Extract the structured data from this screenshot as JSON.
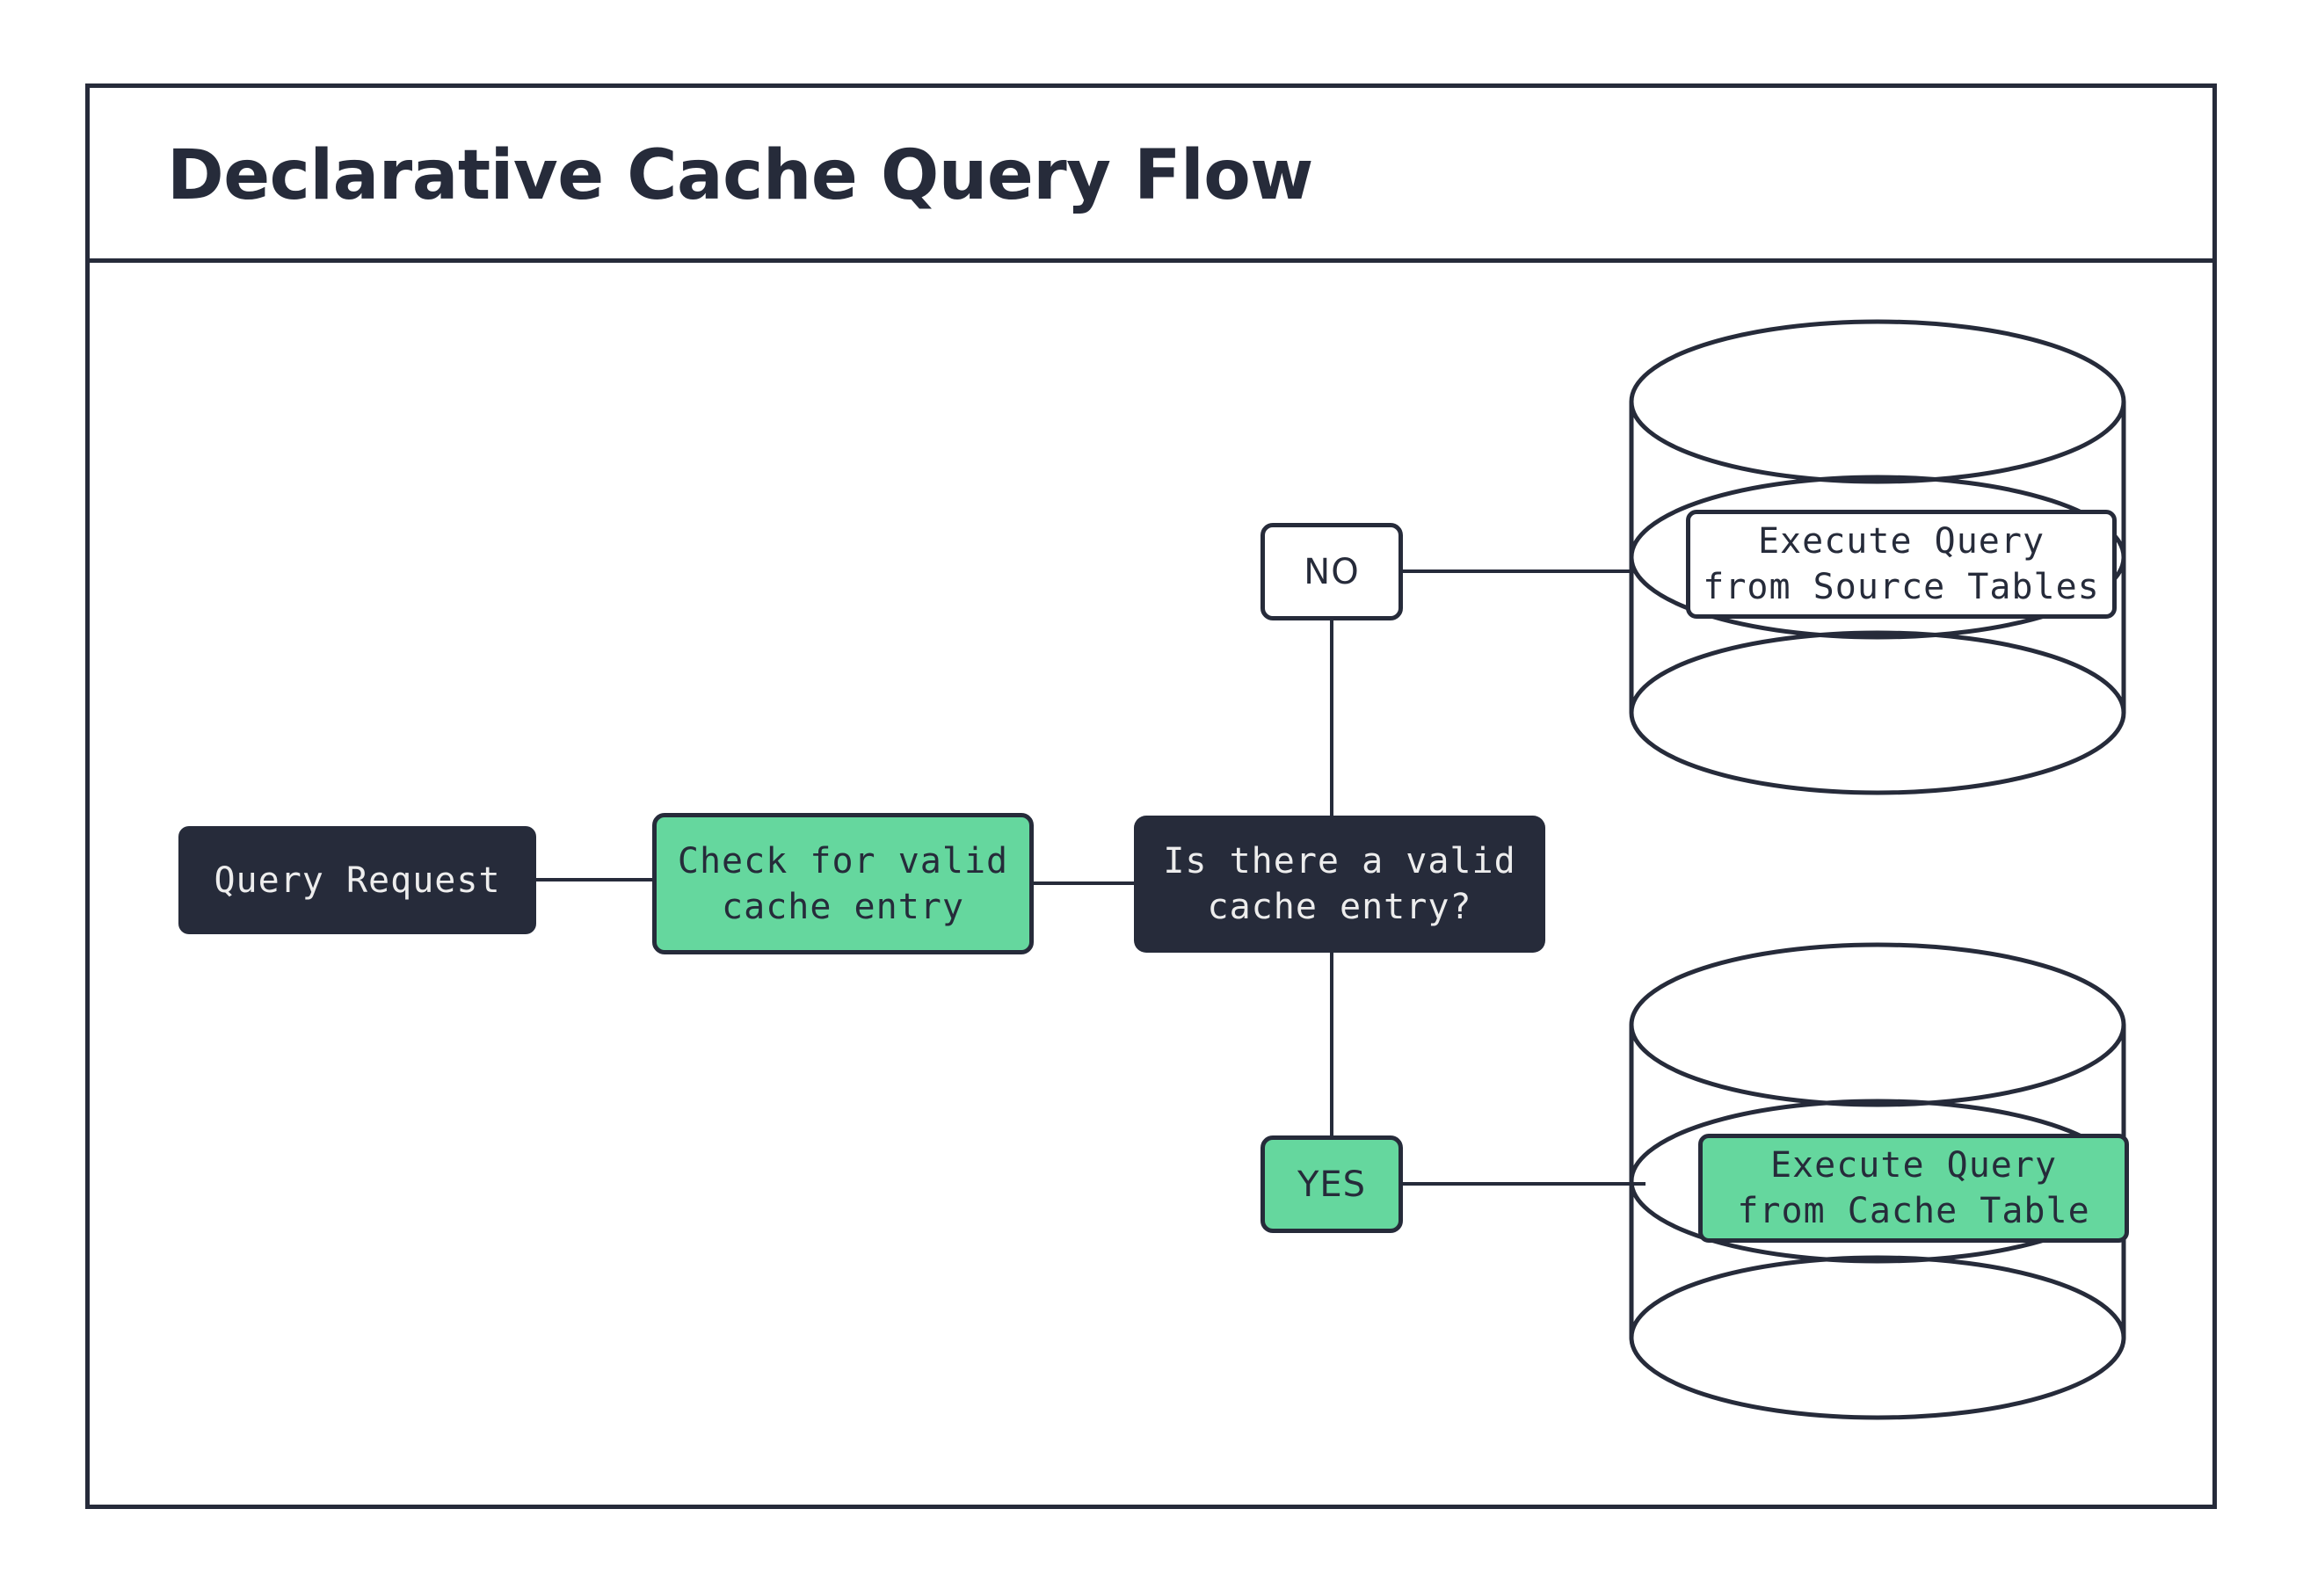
{
  "diagram": {
    "title": "Declarative Cache Query Flow",
    "type": "flowchart",
    "accent_green": "#65D79E",
    "ink_dark": "#262B3A",
    "background": "#FFFFFF",
    "nodes": {
      "query_request": {
        "label": "Query Request",
        "style": "dark-filled"
      },
      "check_cache": {
        "label": "Check for valid\ncache entry",
        "style": "green-filled"
      },
      "decision": {
        "label": "Is there a valid\ncache entry?",
        "style": "dark-filled"
      },
      "label_no": {
        "label": "NO",
        "style": "white-filled"
      },
      "label_yes": {
        "label": "YES",
        "style": "green-filled"
      },
      "source_tables": {
        "label": "Execute Query\nfrom Source Tables",
        "style": "white-filled",
        "container": "database-cylinder"
      },
      "cache_table": {
        "label": "Execute Query\nfrom Cache Table",
        "style": "green-filled",
        "container": "database-cylinder"
      }
    },
    "edges": [
      {
        "from": "query_request",
        "to": "check_cache"
      },
      {
        "from": "check_cache",
        "to": "decision"
      },
      {
        "from": "decision",
        "to": "label_no",
        "branch": "NO"
      },
      {
        "from": "label_no",
        "to": "source_tables"
      },
      {
        "from": "decision",
        "to": "label_yes",
        "branch": "YES"
      },
      {
        "from": "label_yes",
        "to": "cache_table"
      }
    ]
  }
}
